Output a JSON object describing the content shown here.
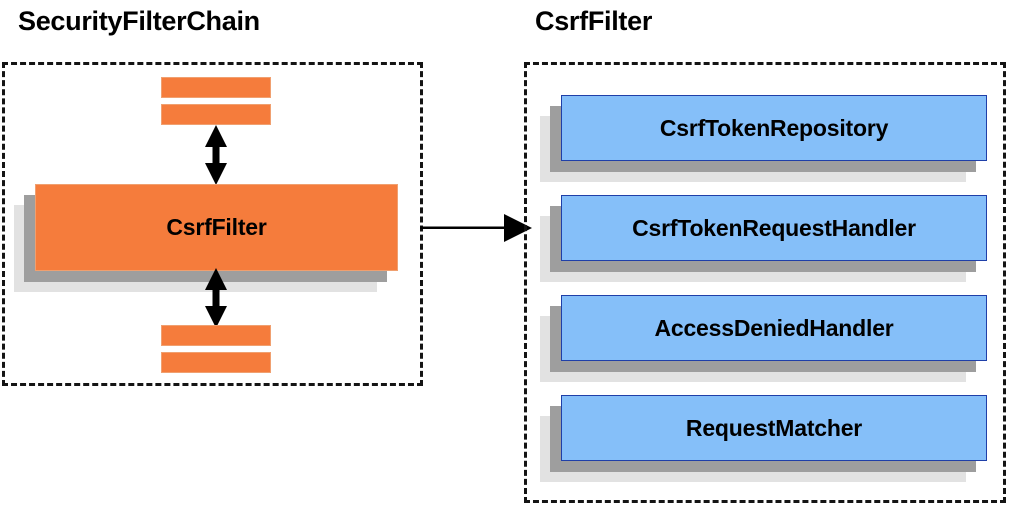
{
  "diagram": {
    "title_left": "SecurityFilterChain",
    "title_right": "CsrfFilter",
    "left_panel": {
      "label": "SecurityFilterChain",
      "main_node": "CsrfFilter",
      "stub_count_top": 2,
      "stub_count_bottom": 2,
      "connector_top": "double-headed-vertical-arrow",
      "connector_bottom": "double-headed-vertical-arrow"
    },
    "right_panel": {
      "label": "CsrfFilter",
      "nodes": [
        {
          "label": "CsrfTokenRepository"
        },
        {
          "label": "CsrfTokenRequestHandler"
        },
        {
          "label": "AccessDeniedHandler"
        },
        {
          "label": "RequestMatcher"
        }
      ]
    },
    "cross_connector": "right-arrow",
    "colors": {
      "orange_fill": "#f57c3c",
      "orange_border": "#f0a070",
      "blue_fill": "#85bff9",
      "blue_border": "#1f3fa8",
      "shadow_dark": "#9e9e9e",
      "shadow_light": "#e2e2e2",
      "dashed_border": "#141414",
      "text": "#000000",
      "background": "#ffffff"
    }
  }
}
